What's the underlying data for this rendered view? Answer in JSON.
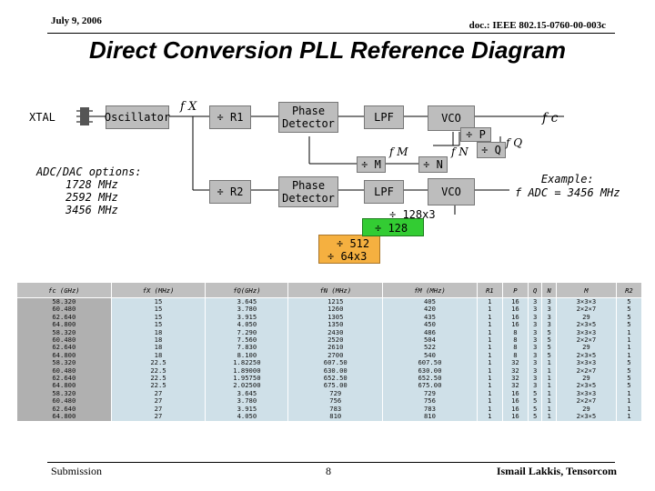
{
  "header": {
    "date": "July 9, 2006",
    "doc": "doc.: IEEE 802.15-0760-00-003c"
  },
  "title": "Direct Conversion PLL Reference Diagram",
  "diagram": {
    "xtal": "XTAL",
    "oscillator": "Oscillator",
    "fx": "f X",
    "r1": "÷ R1",
    "pd1": "Phase Detector",
    "lpf1": "LPF",
    "vco1": "VCO",
    "div_p": "÷ P",
    "fc": "f c",
    "div_m": "÷ M",
    "fm": "f M",
    "div_n": "÷ N",
    "fn": "f N",
    "div_q": "÷ Q",
    "fq": "f Q",
    "r2": "÷ R2",
    "pd2": "Phase Detector",
    "lpf2": "LPF",
    "vco2": "VCO",
    "adc_title": "ADC/DAC options:",
    "adc_opts": [
      "1728 MHz",
      "2592 MHz",
      "3456 MHz"
    ],
    "example_title": "Example:",
    "example_value": "f ADC = 3456 MHz",
    "div_128x3": "÷ 128x3",
    "div_128": "÷ 128",
    "div_512": "÷ 512",
    "div_64x3": "÷ 64x3"
  },
  "table": {
    "headers": [
      "fc (GHz)",
      "fX (MHz)",
      "fQ(GHz)",
      "fN (MHz)",
      "fM (MHz)",
      "R1",
      "P",
      "Q",
      "N",
      "M",
      "R2"
    ],
    "columns": [
      [
        "58.320",
        "60.480",
        "62.640",
        "64.800",
        "58.320",
        "60.480",
        "62.640",
        "64.800",
        "58.320",
        "60.480",
        "62.640",
        "64.800",
        "58.320",
        "60.480",
        "62.640",
        "64.800"
      ],
      [
        "15",
        "15",
        "15",
        "15",
        "18",
        "18",
        "18",
        "18",
        "22.5",
        "22.5",
        "22.5",
        "22.5",
        "27",
        "27",
        "27",
        "27"
      ],
      [
        "3.645",
        "3.780",
        "3.915",
        "4.050",
        "7.290",
        "7.560",
        "7.830",
        "8.100",
        "1.82250",
        "1.89000",
        "1.95750",
        "2.02500",
        "3.645",
        "3.780",
        "3.915",
        "4.050"
      ],
      [
        "1215",
        "1260",
        "1305",
        "1350",
        "2430",
        "2520",
        "2610",
        "2700",
        "607.50",
        "630.00",
        "652.50",
        "675.00",
        "729",
        "756",
        "783",
        "810"
      ],
      [
        "405",
        "420",
        "435",
        "450",
        "486",
        "504",
        "522",
        "540",
        "607.50",
        "630.00",
        "652.50",
        "675.00",
        "729",
        "756",
        "783",
        "810"
      ],
      [
        "1",
        "1",
        "1",
        "1",
        "1",
        "1",
        "1",
        "1",
        "1",
        "1",
        "1",
        "1",
        "1",
        "1",
        "1",
        "1"
      ],
      [
        "16",
        "16",
        "16",
        "16",
        "8",
        "8",
        "8",
        "8",
        "32",
        "32",
        "32",
        "32",
        "16",
        "16",
        "16",
        "16"
      ],
      [
        "3",
        "3",
        "3",
        "3",
        "3",
        "3",
        "3",
        "3",
        "3",
        "3",
        "3",
        "3",
        "5",
        "5",
        "5",
        "5"
      ],
      [
        "3",
        "3",
        "3",
        "3",
        "5",
        "5",
        "5",
        "5",
        "1",
        "1",
        "1",
        "1",
        "1",
        "1",
        "1",
        "1"
      ],
      [
        "3×3×3",
        "2×2×7",
        "29",
        "2×3×5",
        "3×3×3",
        "2×2×7",
        "29",
        "2×3×5",
        "3×3×3",
        "2×2×7",
        "29",
        "2×3×5",
        "3×3×3",
        "2×2×7",
        "29",
        "2×3×5"
      ],
      [
        "5",
        "5",
        "5",
        "5",
        "1",
        "1",
        "1",
        "1",
        "5",
        "5",
        "5",
        "5",
        "1",
        "1",
        "1",
        "1"
      ]
    ]
  },
  "footer": {
    "left": "Submission",
    "page": "8",
    "right": "Ismail Lakkis, Tensorcom"
  }
}
